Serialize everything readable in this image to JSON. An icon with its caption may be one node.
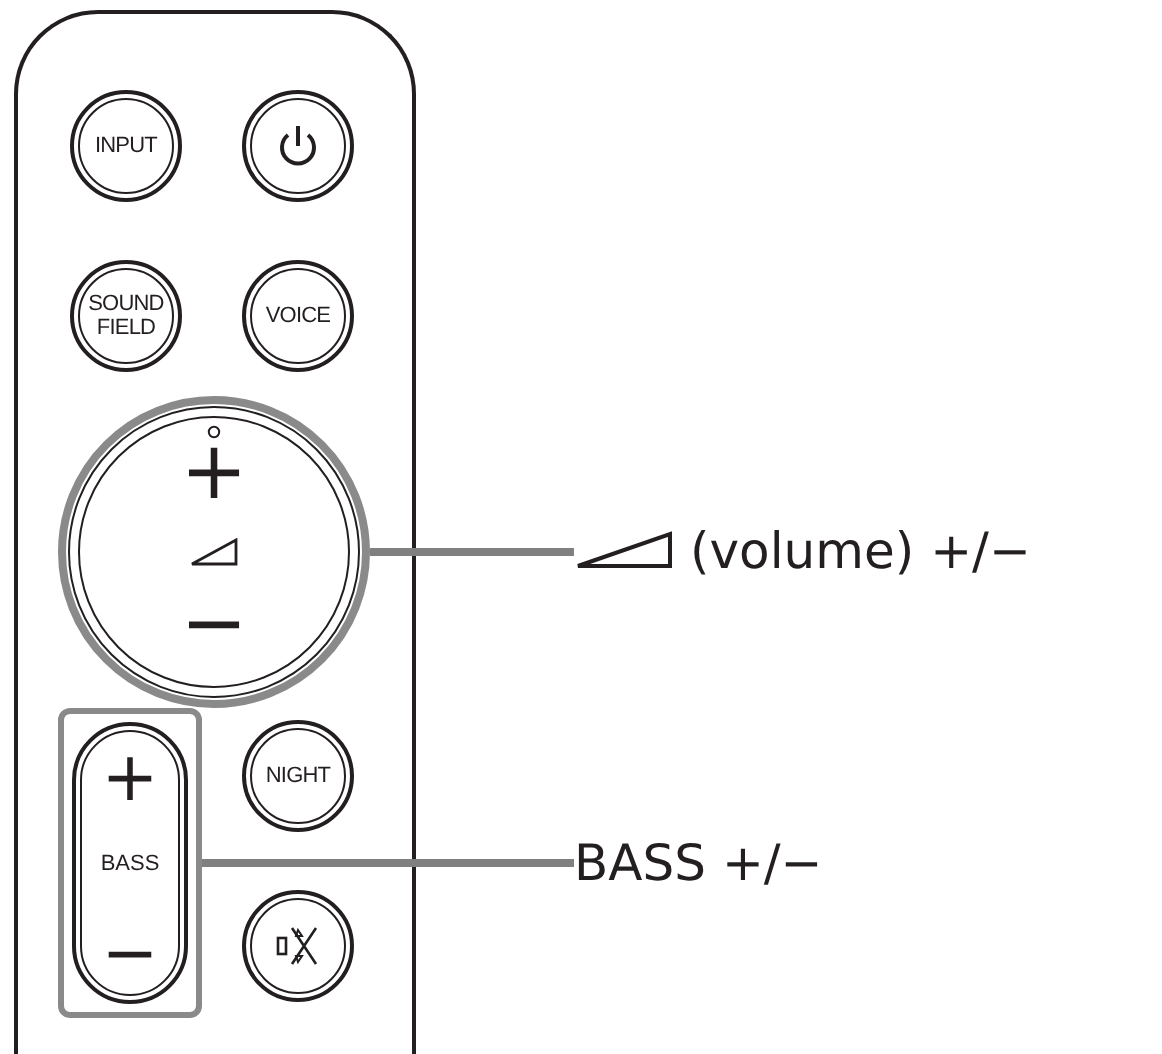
{
  "diagram": {
    "nodes": [
      {
        "text": [],
        "shape": "box"
      },
      {
        "text": [
          "INPUT"
        ],
        "in": 0
      },
      {
        "text": [],
        "shape": "circle",
        "in": 0
      },
      {
        "text": [
          "SOUND FIELD"
        ],
        "in": 0
      },
      {
        "text": [
          "VOICE"
        ],
        "in": 0
      },
      {
        "text": [
          "+",
          "−"
        ],
        "in": 0
      },
      {
        "text": [
          "NIGHT"
        ],
        "in": 0
      },
      {
        "text": [
          "+",
          "BASS",
          "−"
        ],
        "in": 0
      },
      {
        "text": [],
        "shape": "circle",
        "in": 0
      },
      {
        "text": [
          "(volume) +/−"
        ]
      },
      {
        "text": [
          "BASS +/−"
        ]
      }
    ],
    "edges": [
      {
        "from": 9,
        "to": 5,
        "arrow": "none"
      },
      {
        "from": 10,
        "to": 7,
        "arrow": "none"
      }
    ]
  }
}
